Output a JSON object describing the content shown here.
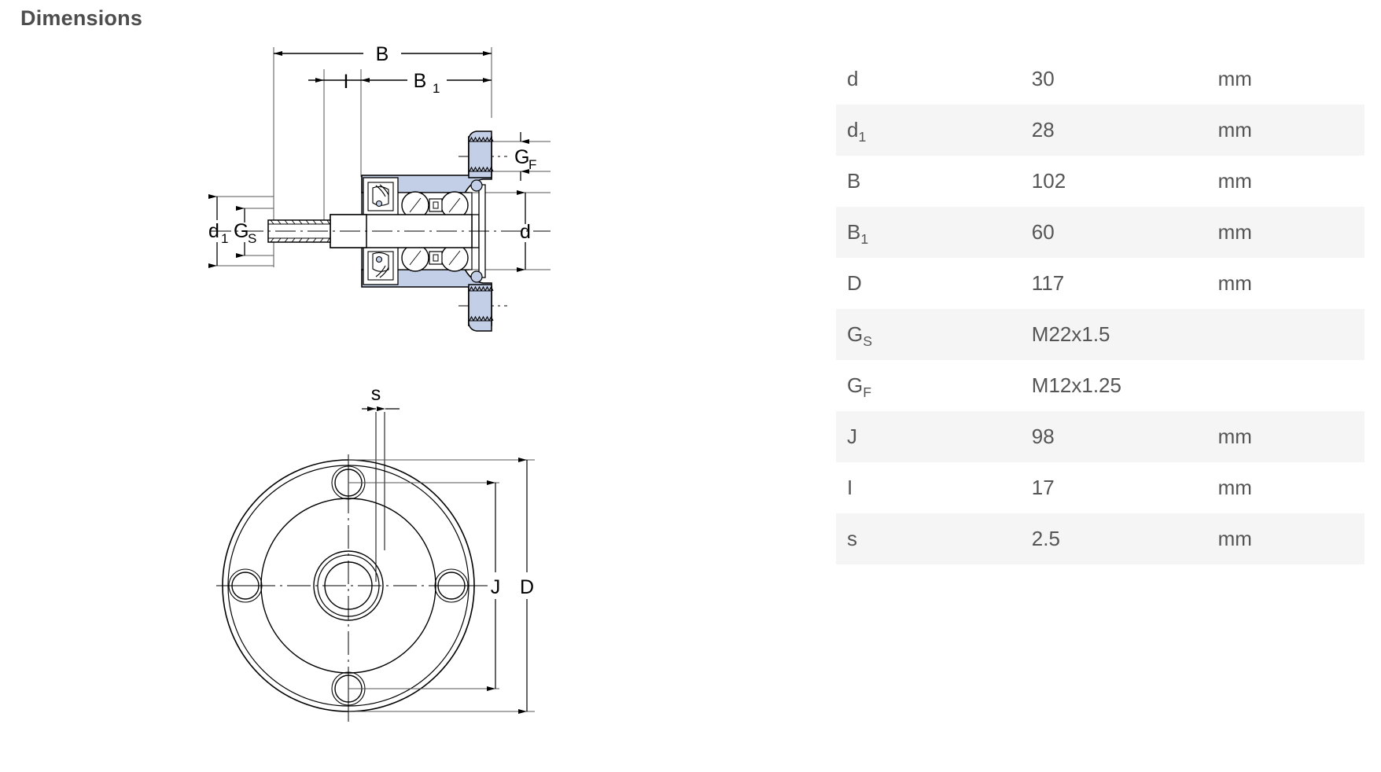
{
  "page_title": "Dimensions",
  "table": {
    "rows": [
      {
        "symbol": "d",
        "sub": "",
        "value": "30",
        "unit": "mm"
      },
      {
        "symbol": "d",
        "sub": "1",
        "value": "28",
        "unit": "mm"
      },
      {
        "symbol": "B",
        "sub": "",
        "value": "102",
        "unit": "mm"
      },
      {
        "symbol": "B",
        "sub": "1",
        "value": "60",
        "unit": "mm"
      },
      {
        "symbol": "D",
        "sub": "",
        "value": "117",
        "unit": "mm"
      },
      {
        "symbol": "G",
        "sub": "S",
        "value": "M22x1.5",
        "unit": ""
      },
      {
        "symbol": "G",
        "sub": "F",
        "value": "M12x1.25",
        "unit": ""
      },
      {
        "symbol": "J",
        "sub": "",
        "value": "98",
        "unit": "mm"
      },
      {
        "symbol": "I",
        "sub": "",
        "value": "17",
        "unit": "mm"
      },
      {
        "symbol": "s",
        "sub": "",
        "value": "2.5",
        "unit": "mm"
      }
    ]
  },
  "drawing": {
    "section_view": {
      "name": "bearing-cross-section",
      "callouts": [
        {
          "id": "B",
          "base": "B",
          "sub": ""
        },
        {
          "id": "B1",
          "base": "B",
          "sub": "1"
        },
        {
          "id": "I",
          "base": "I",
          "sub": ""
        },
        {
          "id": "GF",
          "base": "G",
          "sub": "F"
        },
        {
          "id": "GS",
          "base": "G",
          "sub": "S"
        },
        {
          "id": "d1",
          "base": "d",
          "sub": "1"
        },
        {
          "id": "d",
          "base": "d",
          "sub": ""
        }
      ]
    },
    "front_view": {
      "name": "flange-front-view",
      "callouts": [
        {
          "id": "s",
          "base": "s",
          "sub": ""
        },
        {
          "id": "J",
          "base": "J",
          "sub": ""
        },
        {
          "id": "D",
          "base": "D",
          "sub": ""
        }
      ],
      "bolt_hole_count": 4
    },
    "colors": {
      "fill_body": "#c3cfe6",
      "line": "#000000",
      "dim_line": "#555555",
      "white": "#ffffff"
    }
  }
}
